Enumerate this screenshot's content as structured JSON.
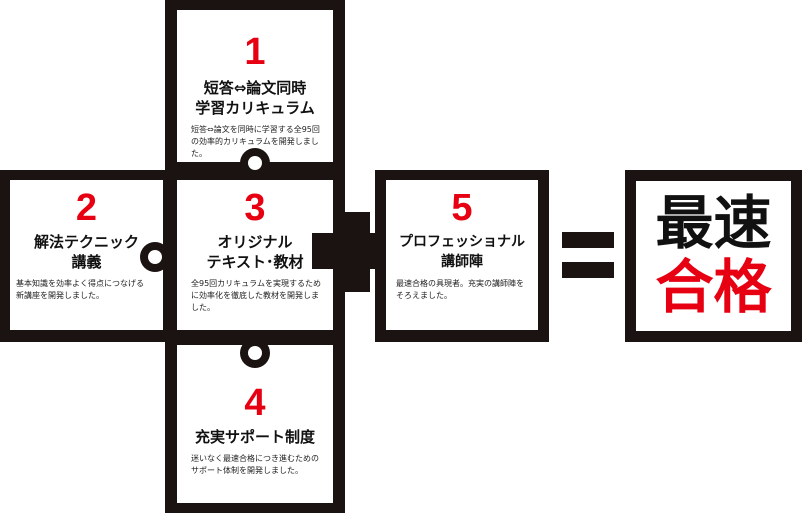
{
  "pieces": [
    {
      "number": "1",
      "title": "短答⇔論文同時\n学習カリキュラム",
      "desc": "短答⇔論文を同時に学習する全95回の効率的カリキュラムを開発しました。"
    },
    {
      "number": "2",
      "title": "解法テクニック\n講義",
      "desc": "基本知識を効率よく得点につなげる新講座を開発しました。"
    },
    {
      "number": "3",
      "title": "オリジナル\nテキスト･教材",
      "desc": "全95回カリキュラムを実現するために効率化を徹底した教材を開発しました。"
    },
    {
      "number": "4",
      "title": "充実サポート制度",
      "desc": "迷いなく最速合格につき進むためのサポート体制を開発しました。"
    },
    {
      "number": "5",
      "title": "プロフェッショナル\n講師陣",
      "desc": "最速合格の具現者。充実の講師陣をそろえました。"
    }
  ],
  "result": {
    "line1": "最速",
    "line2": "合格"
  },
  "colors": {
    "accent": "#e60012",
    "dark": "#1a1311"
  }
}
